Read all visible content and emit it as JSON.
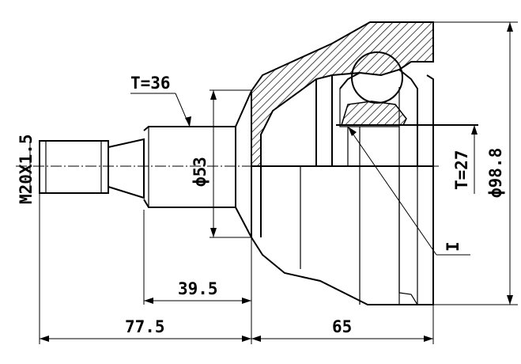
{
  "labels": {
    "thread": "M20X1.5",
    "spline_teeth": "T=36",
    "shaft_diameter": "ϕ53",
    "inner_teeth": "T=27",
    "outer_diameter": "ϕ98.8",
    "inner_marker": "I",
    "dim_39_5": "39.5",
    "dim_77_5": "77.5",
    "dim_65": "65"
  }
}
